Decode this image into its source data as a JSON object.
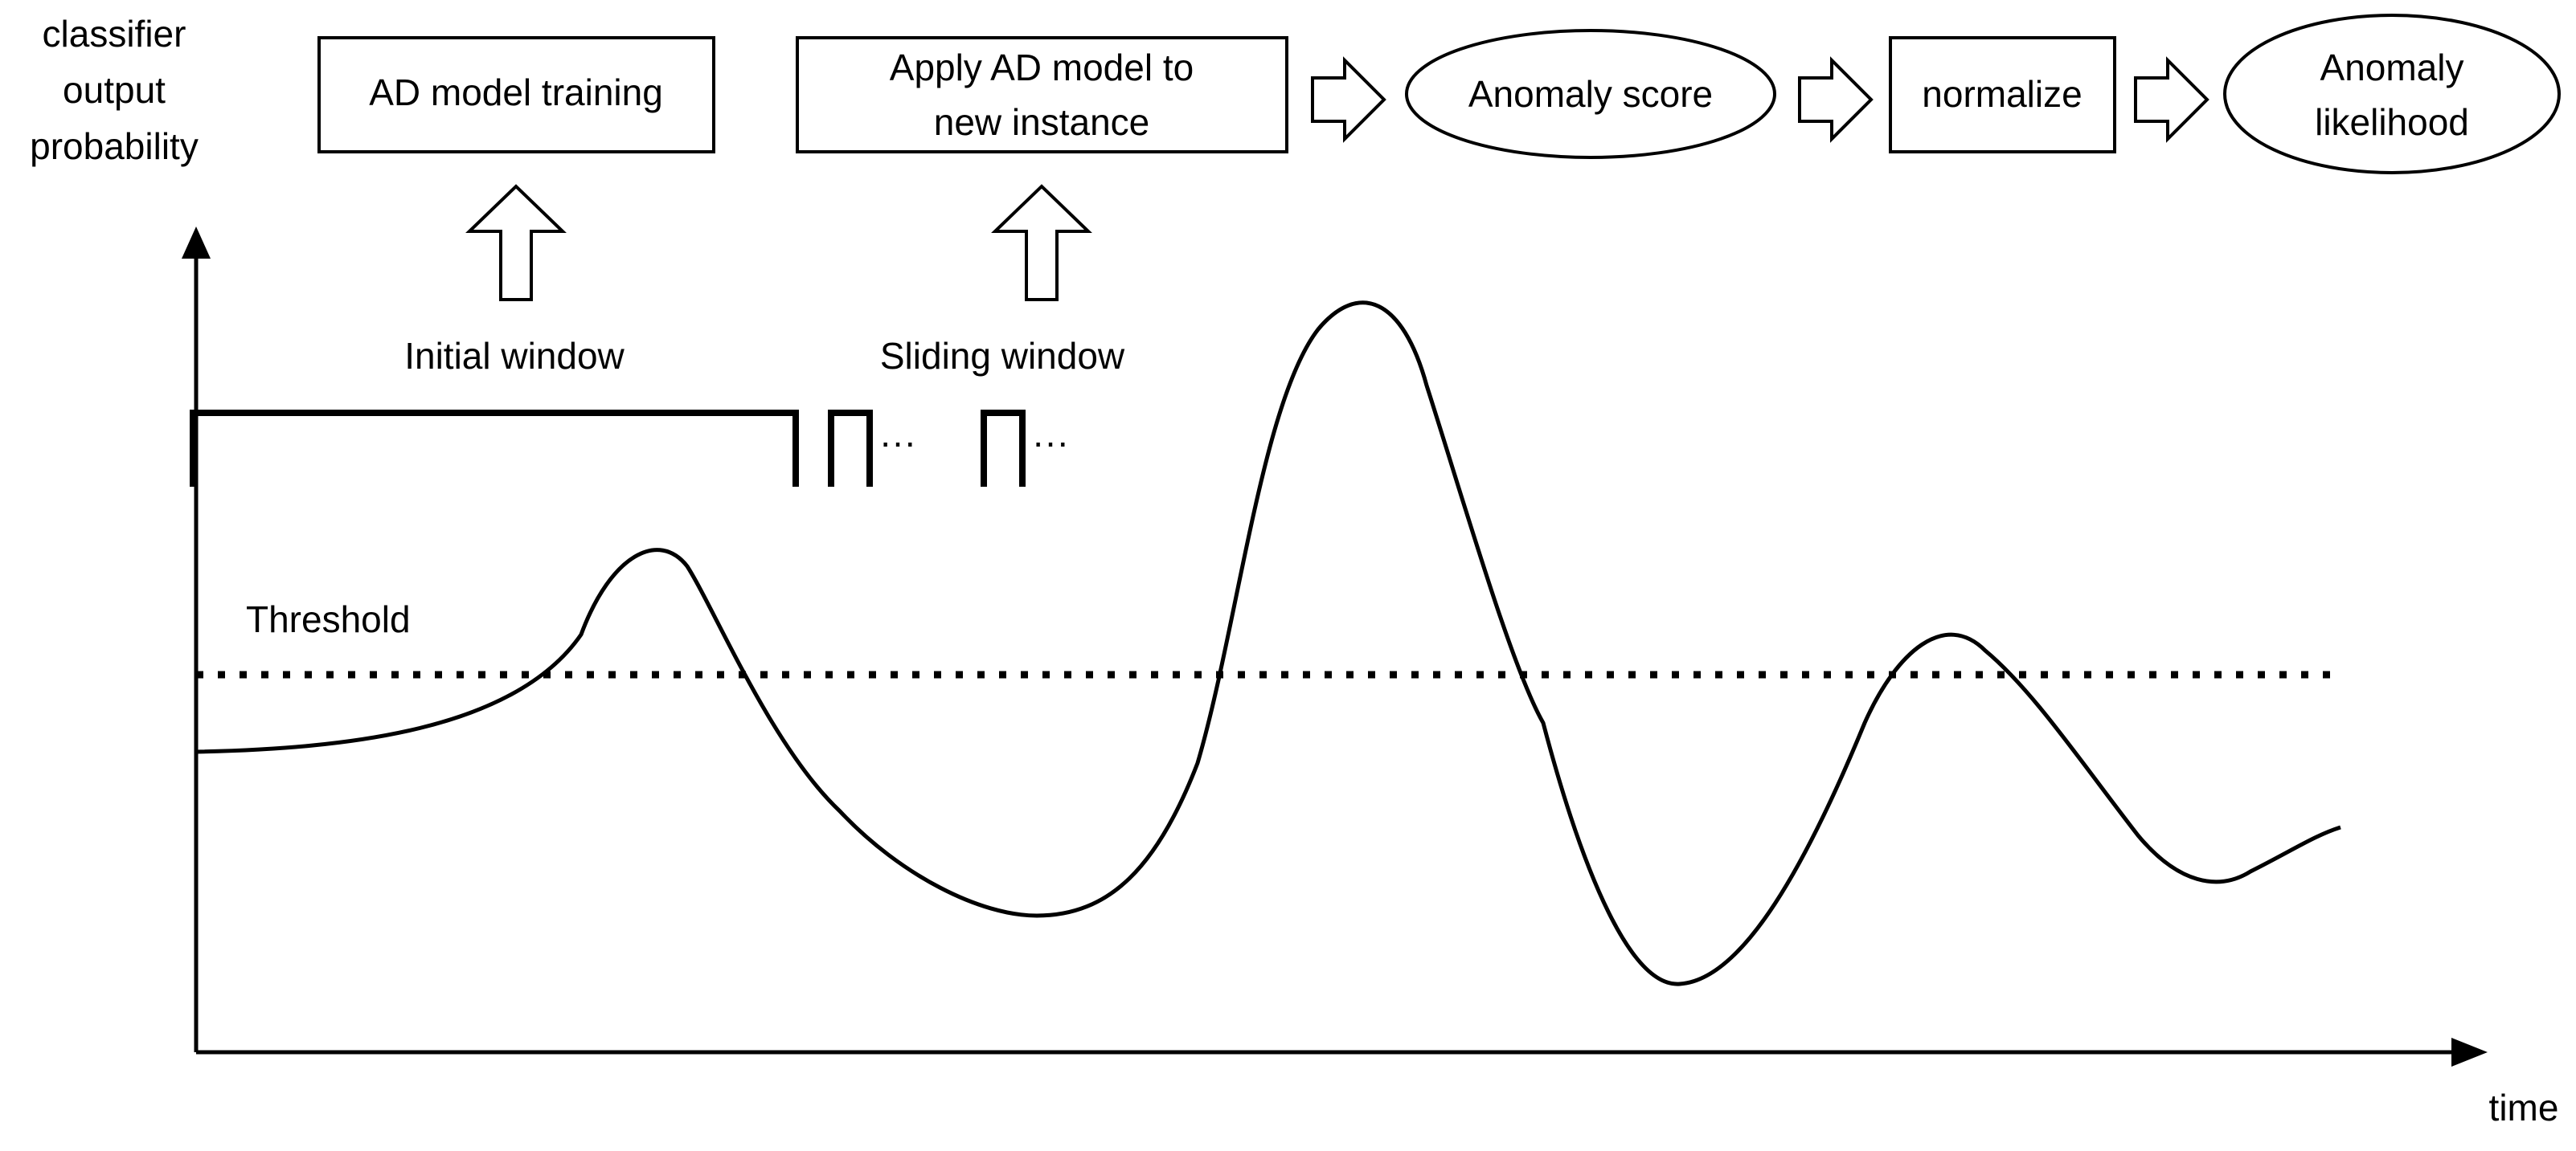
{
  "axes": {
    "y_label_lines": [
      "classifier",
      "output",
      "probability"
    ],
    "x_label": "time"
  },
  "pipeline": {
    "training_box": {
      "lines": [
        "AD model training"
      ]
    },
    "apply_box": {
      "lines": [
        "Apply AD model to",
        "new instance"
      ]
    },
    "score_ellipse": {
      "lines": [
        "Anomaly score"
      ]
    },
    "normalize_box": {
      "lines": [
        "normalize"
      ]
    },
    "likelihood_ellipse": {
      "lines": [
        "Anomaly",
        "likelihood"
      ]
    }
  },
  "windows": {
    "initial_label": "Initial window",
    "sliding_label": "Sliding window",
    "ellipsis": "···"
  },
  "threshold": {
    "label": "Threshold"
  },
  "colors": {
    "stroke": "#000000",
    "background": "#ffffff"
  }
}
